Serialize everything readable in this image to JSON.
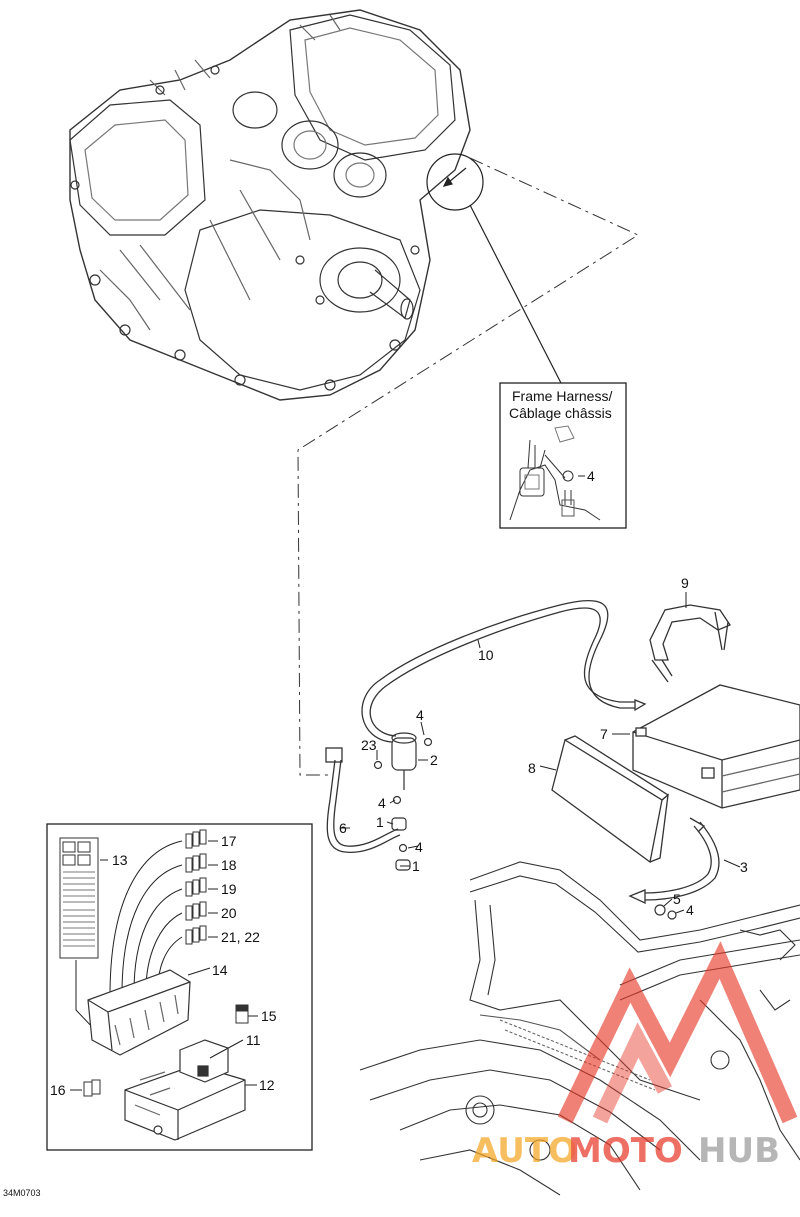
{
  "figure_code": "34M0703",
  "inset_frame_harness": {
    "title_line1": "Frame Harness/",
    "title_line2": "Câblage châssis",
    "callout": "4"
  },
  "callouts": {
    "c1a": "1",
    "c1b": "1",
    "c2": "2",
    "c3": "3",
    "c4a": "4",
    "c4b": "4",
    "c4c": "4",
    "c4d": "4",
    "c5": "5",
    "c6": "6",
    "c7": "7",
    "c8": "8",
    "c9": "9",
    "c10": "10",
    "c11": "11",
    "c12": "12",
    "c13": "13",
    "c14": "14",
    "c15": "15",
    "c16": "16",
    "c17": "17",
    "c18": "18",
    "c19": "19",
    "c20": "20",
    "c21_22": "21, 22",
    "c23": "23"
  },
  "watermark": {
    "part1": "AUTO",
    "part2": "MOTO",
    "part3": "HUB",
    "color_red": "#e83a2a",
    "color_orange": "#f5a623",
    "color_gray": "#9a9a9a"
  }
}
